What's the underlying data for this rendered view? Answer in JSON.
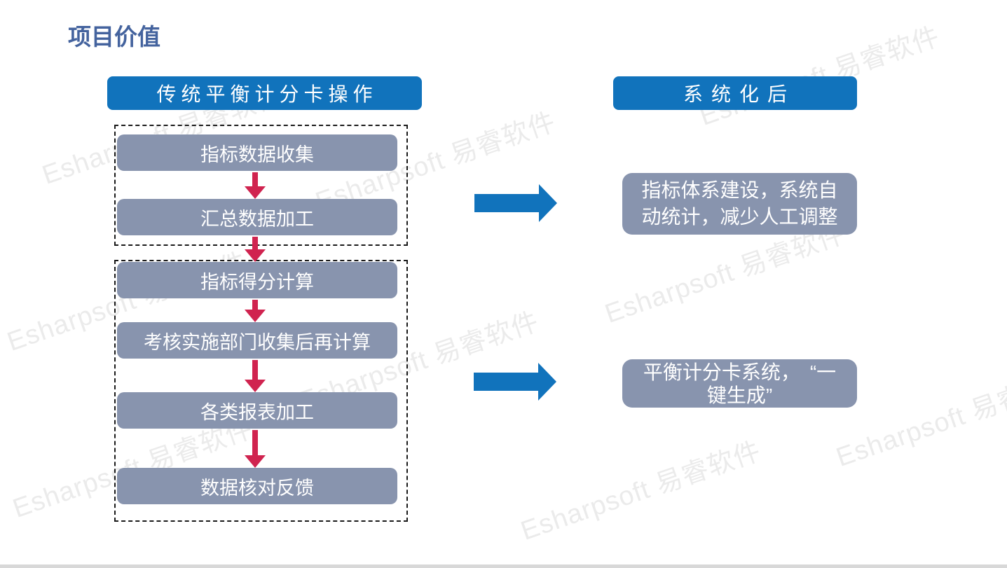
{
  "title": "项目价值",
  "colors": {
    "accent_blue": "#1173bc",
    "box_gray": "#8894ae",
    "arrow_red": "#d0234f",
    "title_blue": "#44639e",
    "watermark_gray": "#ebebeb",
    "footer_gray": "#d8d8d8",
    "dash_black": "#1a1a1a"
  },
  "left_panel": {
    "header": "传统平衡计分卡操作",
    "groups": [
      {
        "boxes": [
          "指标数据收集",
          "汇总数据加工"
        ]
      },
      {
        "boxes": [
          "指标得分计算",
          "考核实施部门收集后再计算",
          "各类报表加工",
          "数据核对反馈"
        ]
      }
    ]
  },
  "right_panel": {
    "header": "系统化后",
    "boxes": [
      {
        "lines": [
          "指标体系建设，系统自",
          "动统计，减少人工调整"
        ]
      },
      {
        "lines": [
          "平衡计分卡系统，　“一",
          "键生成”"
        ]
      }
    ]
  },
  "watermark": {
    "text": "Esharpsoft 易睿软件"
  }
}
